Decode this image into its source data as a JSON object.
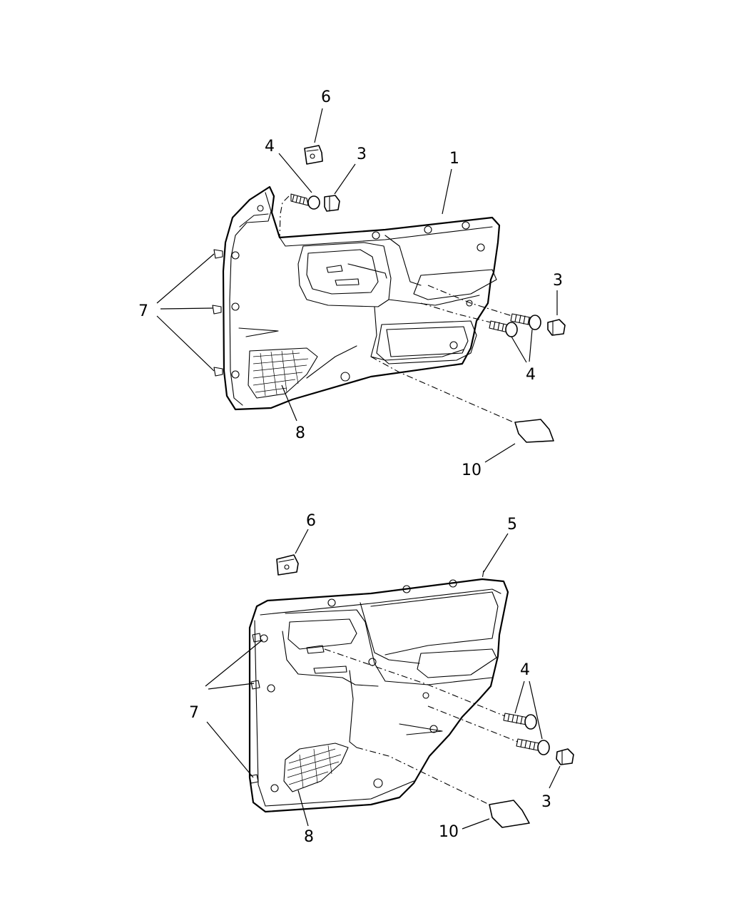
{
  "diagram": {
    "top_view": {
      "callouts": {
        "c6": "6",
        "c4a": "4",
        "c3a": "3",
        "c1": "1",
        "c3b": "3",
        "c7": "7",
        "c4b": "4",
        "c8": "8",
        "c10": "10"
      }
    },
    "bottom_view": {
      "callouts": {
        "c6": "6",
        "c5": "5",
        "c4": "4",
        "c7": "7",
        "c3": "3",
        "c10": "10",
        "c8": "8"
      }
    }
  }
}
